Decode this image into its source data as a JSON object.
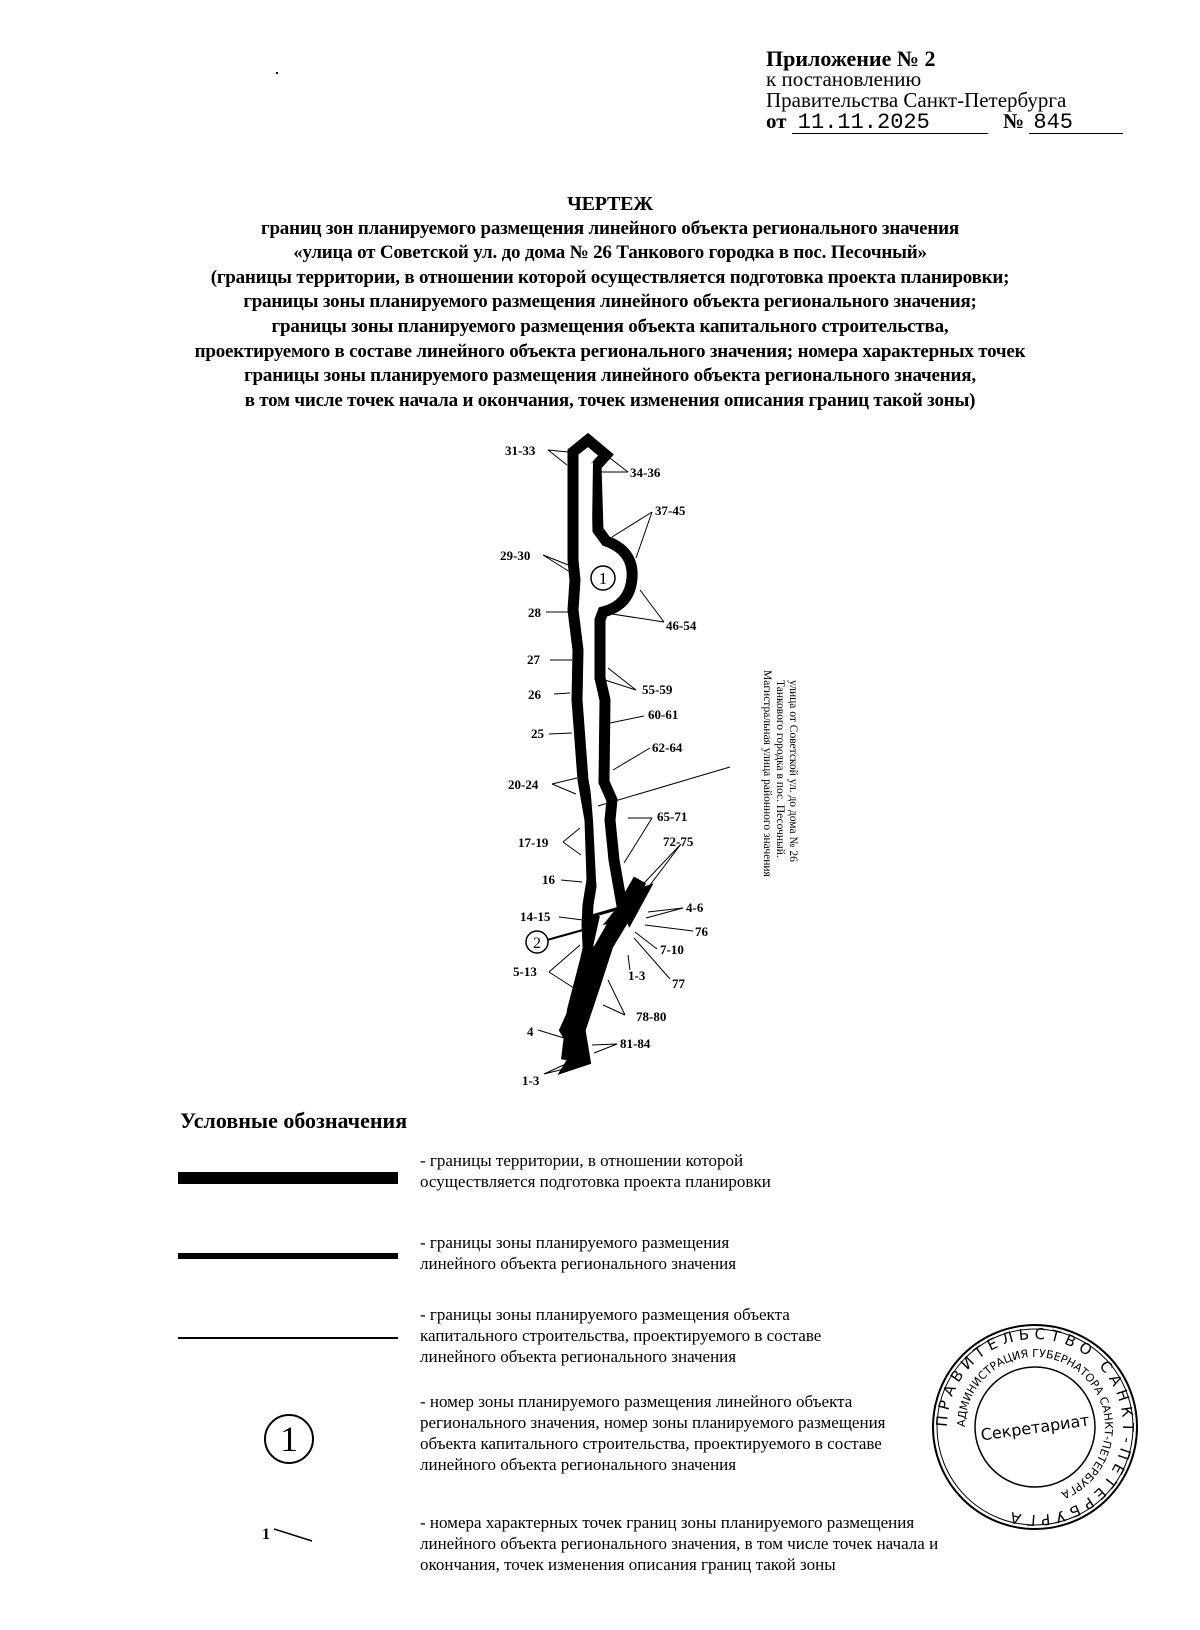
{
  "annex": {
    "title": "Приложение № 2",
    "line2": "к постановлению",
    "line3": "Правительства Санкт-Петербурга",
    "date_prefix": "от",
    "date": "11.11.2025",
    "number_prefix": "№",
    "number": "845"
  },
  "document_title": {
    "heading": "ЧЕРТЕЖ",
    "lines": [
      "границ зон планируемого размещения линейного объекта регионального значения",
      "«улица от Советской ул. до дома № 26 Танкового городка в пос. Песочный»",
      "(границы территории, в отношении которой осуществляется подготовка проекта планировки;",
      "границы зоны планируемого размещения линейного объекта регионального значения;",
      "границы зоны планируемого размещения объекта капитального строительства,",
      "проектируемого в составе линейного объекта регионального значения; номера характерных точек",
      "границы зоны планируемого размещения линейного объекта регионального значения,",
      "в том числе точек начала и окончания, точек изменения описания границ такой зоны)"
    ]
  },
  "drawing": {
    "zones": [
      "1",
      "2"
    ],
    "point_labels": {
      "p31_33": "31-33",
      "p34_36": "34-36",
      "p37_45": "37-45",
      "p29_30": "29-30",
      "p28": "28",
      "p46_54": "46-54",
      "p27": "27",
      "p26": "26",
      "p55_59": "55-59",
      "p60_61": "60-61",
      "p25": "25",
      "p62_64": "62-64",
      "p20_24": "20-24",
      "p65_71": "65-71",
      "p17_19": "17-19",
      "p72_75": "72-75",
      "p16": "16",
      "p4_6": "4-6",
      "p14_15": "14-15",
      "p76": "76",
      "p7_10": "7-10",
      "p5_13": "5-13",
      "p1_3a": "1-3",
      "p77": "77",
      "p78_80": "78-80",
      "p4": "4",
      "p81_84": "81-84",
      "p1_3b": "1-3"
    },
    "road_callout": [
      "улица от Советской ул. до дома № 26",
      "Танкового городка в пос. Песочный.",
      "Магистральная улица районного значения"
    ]
  },
  "legend": {
    "title": "Условные обозначения",
    "items": [
      {
        "symbol": "thick-line",
        "lines": [
          "- границы территории, в отношении которой",
          "осуществляется подготовка проекта планировки"
        ]
      },
      {
        "symbol": "medium-line",
        "lines": [
          "- границы зоны планируемого размещения",
          "линейного объекта регионального значения"
        ]
      },
      {
        "symbol": "thin-line",
        "lines": [
          "- границы зоны планируемого размещения объекта",
          "капитального строительства, проектируемого в составе",
          "линейного объекта регионального значения"
        ]
      },
      {
        "symbol": "zone-number",
        "symbol_text": "1",
        "lines": [
          "- номер зоны планируемого размещения линейного объекта",
          "регионального значения, номер зоны планируемого размещения",
          "объекта капитального строительства, проектируемого в составе",
          "линейного объекта регионального значения"
        ]
      },
      {
        "symbol": "point-number",
        "symbol_text": "1",
        "lines": [
          "- номера характерных точек границ зоны планируемого размещения",
          "линейного объекта регионального значения, в том числе точек начала и",
          "окончания, точек изменения описания границ такой зоны"
        ]
      }
    ]
  },
  "stamp": {
    "outer_text": "ПРАВИТЕЛЬСТВО САНКТ-ПЕТЕРБУРГА",
    "inner_text": "АДМИНИСТРАЦИЯ ГУБЕРНАТОРА САНКТ-ПЕТЕРБУРГА",
    "center": "Секретариат"
  }
}
